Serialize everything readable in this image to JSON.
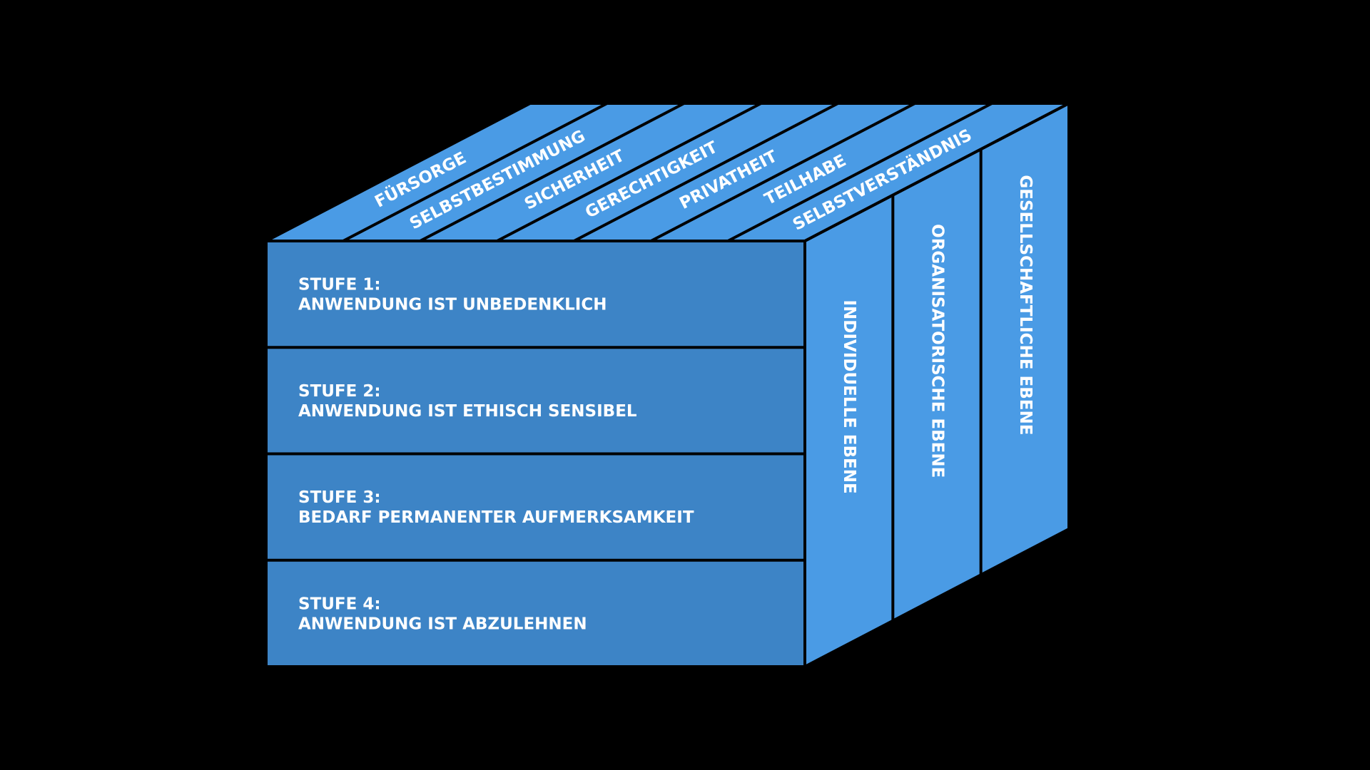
{
  "colors": {
    "background": "#000000",
    "front": "#3d84c6",
    "top": "#4a9be5",
    "side": "#4a9be5",
    "divider": "#000000",
    "text": "#ffffff"
  },
  "front_levels": [
    {
      "title": "STUFE 1:",
      "text": "ANWENDUNG IST UNBEDENKLICH"
    },
    {
      "title": "STUFE 2:",
      "text": "ANWENDUNG IST ETHISCH SENSIBEL"
    },
    {
      "title": "STUFE 3:",
      "text": "BEDARF PERMANENTER AUFMERKSAMKEIT"
    },
    {
      "title": "STUFE 4:",
      "text": "ANWENDUNG IST ABZULEHNEN"
    }
  ],
  "top_values": [
    "FÜRSORGE",
    "SELBSTBESTIMMUNG",
    "SICHERHEIT",
    "GERECHTIGKEIT",
    "PRIVATHEIT",
    "TEILHABE",
    "SELBSTVERSTÄNDNIS"
  ],
  "side_levels": [
    "INDIVIDUELLE EBENE",
    "ORGANISATORISCHE  EBENE",
    "GESELLSCHAFTLICHE EBENE"
  ]
}
